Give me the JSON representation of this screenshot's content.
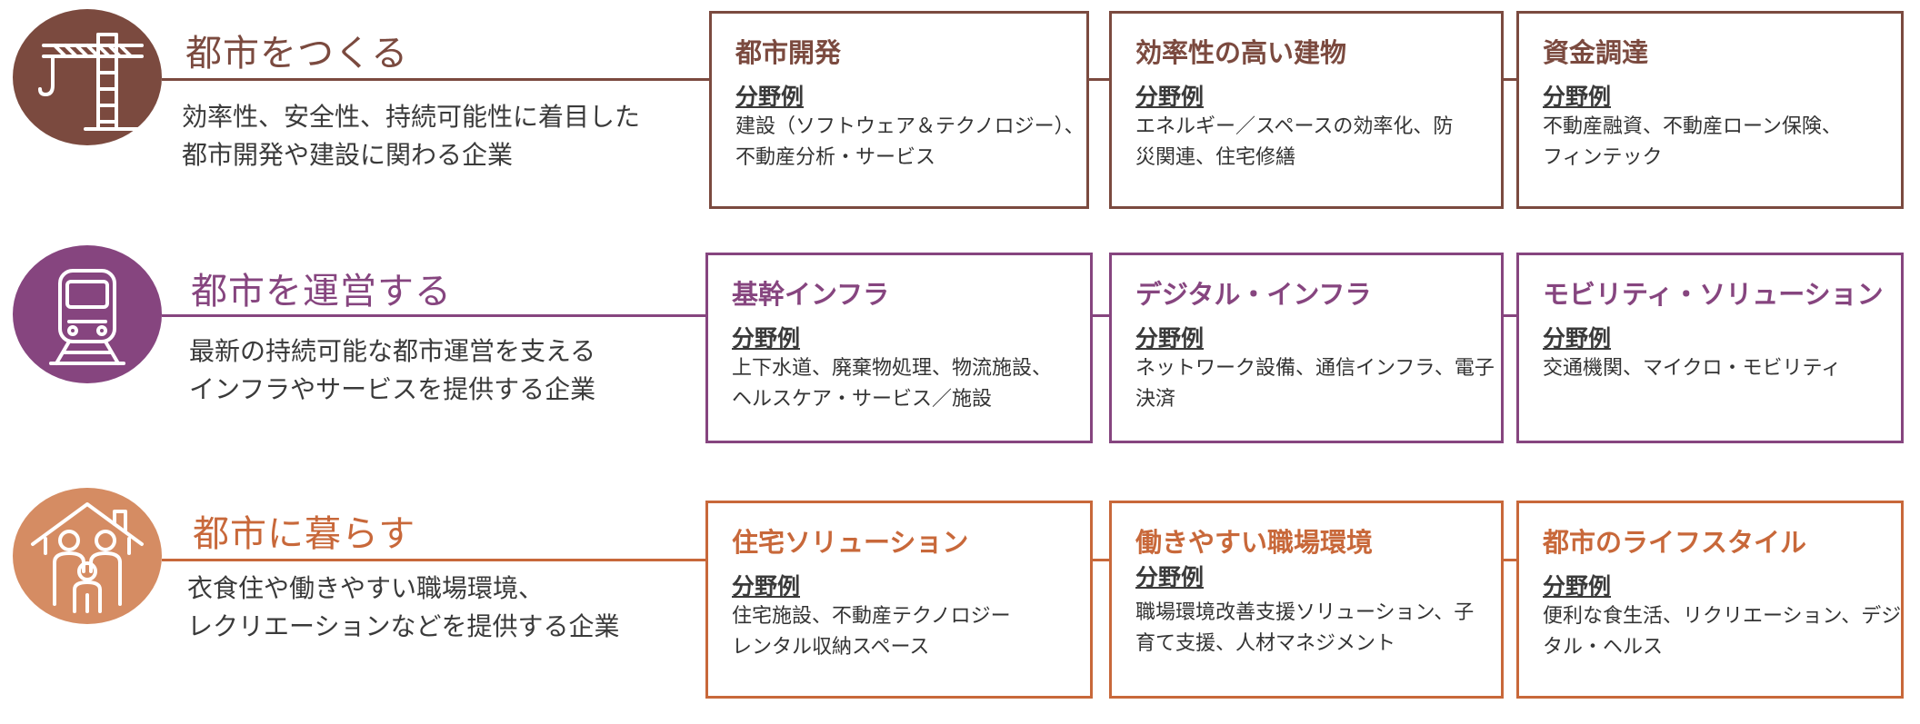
{
  "colors": {
    "build": "#7b4a3f",
    "operate": "#86457f",
    "live": "#c8683a",
    "live_circle": "#d58c63"
  },
  "rows": [
    {
      "icon": "crane-icon",
      "title": "都市をつくる",
      "desc_lines": [
        "効率性、安全性、持続可能性に着目した",
        "都市開発や建設に関わる企業"
      ],
      "boxes": [
        {
          "title": "都市開発",
          "label": "分野例",
          "lines": [
            "建設（ソフトウェア＆テクノロジー）、",
            "不動産分析・サービス"
          ]
        },
        {
          "title": "効率性の高い建物",
          "label": "分野例",
          "lines": [
            "エネルギー／スペースの効率化、防",
            "災関連、住宅修繕"
          ]
        },
        {
          "title": "資金調達",
          "label": "分野例",
          "lines": [
            "不動産融資、不動産ローン保険、",
            "フィンテック"
          ]
        }
      ]
    },
    {
      "icon": "train-icon",
      "title": "都市を運営する",
      "desc_lines": [
        "最新の持続可能な都市運営を支える",
        "インフラやサービスを提供する企業"
      ],
      "boxes": [
        {
          "title": "基幹インフラ",
          "label": "分野例",
          "lines": [
            "上下水道、廃棄物処理、物流施設、",
            "ヘルスケア・サービス／施設"
          ]
        },
        {
          "title": "デジタル・インフラ",
          "label": "分野例",
          "lines": [
            "ネットワーク設備、通信インフラ、電子",
            "決済"
          ]
        },
        {
          "title": "モビリティ・ソリューション",
          "label": "分野例",
          "lines": [
            "交通機関、マイクロ・モビリティ"
          ]
        }
      ]
    },
    {
      "icon": "family-house-icon",
      "title": "都市に暮らす",
      "desc_lines": [
        "衣食住や働きやすい職場環境、",
        "レクリエーションなどを提供する企業"
      ],
      "boxes": [
        {
          "title": "住宅ソリューション",
          "label": "分野例",
          "lines": [
            "住宅施設、不動産テクノロジー",
            "レンタル収納スペース"
          ]
        },
        {
          "title": "働きやすい職場環境",
          "label": "分野例",
          "lines": [
            "職場環境改善支援ソリューション、子",
            "育て支援、人材マネジメント"
          ]
        },
        {
          "title": "都市のライフスタイル",
          "label": "分野例",
          "lines": [
            "便利な食生活、リクリエーション、デジ",
            "タル・ヘルス"
          ]
        }
      ]
    }
  ]
}
